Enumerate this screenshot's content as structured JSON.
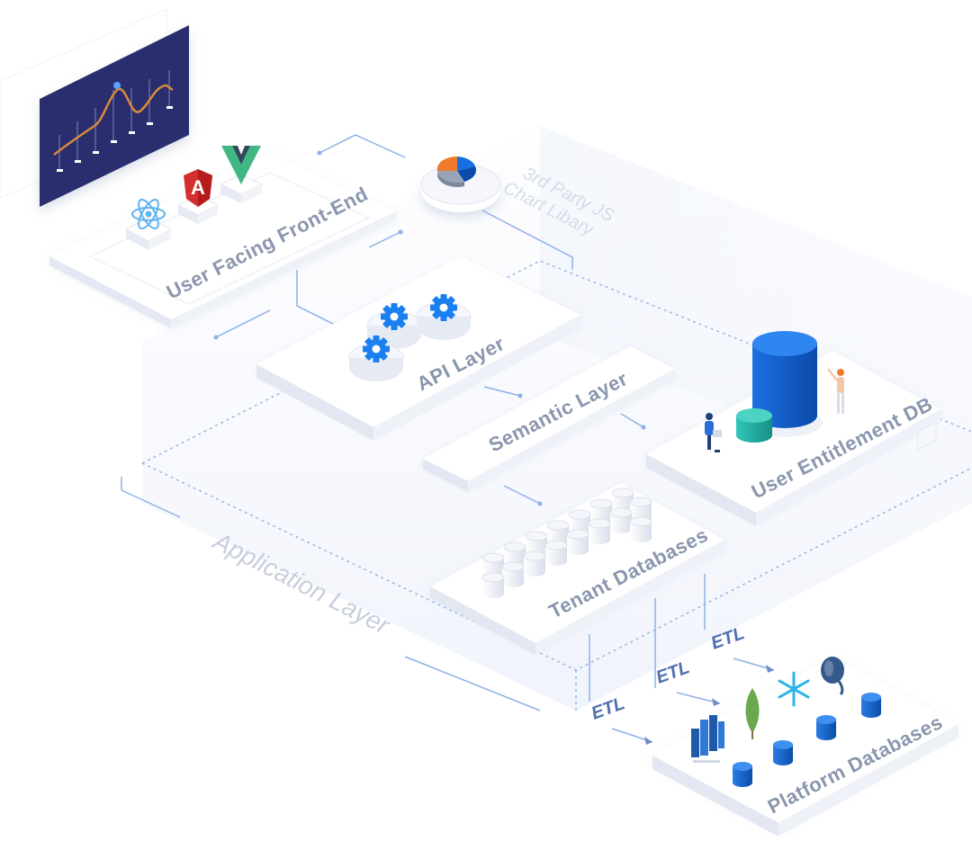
{
  "layers": {
    "front_end": "User Facing Front-End",
    "api": "API Layer",
    "semantic": "Semantic Layer",
    "entitlement": "User Entitlement DB",
    "tenant": "Tenant Databases",
    "platform": "Platform Databases",
    "chart_library": "3rd Party JS\nChart Libary",
    "chart_library_line1": "3rd Party JS",
    "chart_library_line2": "Chart Libary",
    "application": "Application Layer"
  },
  "etl_labels": [
    "ETL",
    "ETL",
    "ETL"
  ],
  "frameworks": [
    {
      "name": "react-icon"
    },
    {
      "name": "angular-icon",
      "letter": "A"
    },
    {
      "name": "vue-icon"
    }
  ],
  "colors": {
    "accent": "#1e6fd9",
    "dark_blue": "#0a4fb5",
    "teal": "#21b3a6",
    "panel": "#f6f8fd",
    "chart_bg": "#2a2f6e",
    "chart_line": "#d98a3a",
    "angular_red": "#d32f2f",
    "vue_green": "#41b883",
    "mongo_green": "#6aa84f",
    "snowflake_blue": "#29b5e8",
    "orange": "#f07b2c"
  }
}
